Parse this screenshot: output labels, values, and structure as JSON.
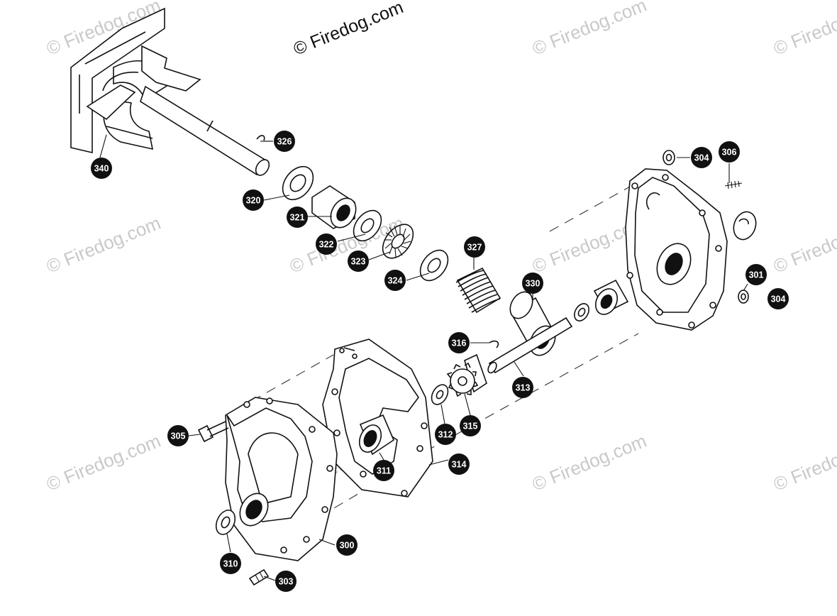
{
  "watermarks": {
    "main": "© Firedog.com",
    "tiled": "© Firedog.com"
  },
  "callouts": {
    "c326": "326",
    "c340": "340",
    "c320": "320",
    "c321": "321",
    "c322": "322",
    "c323": "323",
    "c324": "324",
    "c327": "327",
    "c330": "330",
    "c304a": "304",
    "c306": "306",
    "c301": "301",
    "c304b": "304",
    "c316": "316",
    "c313": "313",
    "c315": "315",
    "c312": "312",
    "c314": "314",
    "c311": "311",
    "c305": "305",
    "c310": "310",
    "c300": "300",
    "c303": "303"
  },
  "colors": {
    "callout_fill": "#111111",
    "callout_text": "#ffffff",
    "linework": "#111111",
    "watermark": "#c9c9c9"
  }
}
